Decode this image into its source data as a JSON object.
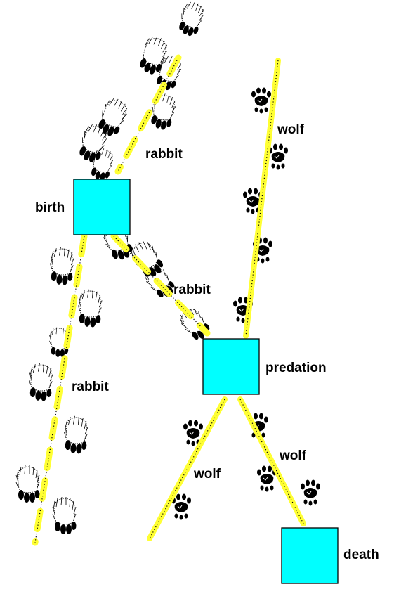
{
  "colors": {
    "node_fill": "#00ffff",
    "trail": "#ffff33",
    "print": "#000000"
  },
  "nodes": {
    "birth": {
      "label": "birth"
    },
    "predation": {
      "label": "predation"
    },
    "death": {
      "label": "death"
    }
  },
  "edges": {
    "rabbit_in": {
      "label": "rabbit",
      "kind": "rabbit",
      "style": "dashed"
    },
    "rabbit_to_predation": {
      "label": "rabbit",
      "kind": "rabbit",
      "style": "dashed"
    },
    "rabbit_out": {
      "label": "rabbit",
      "kind": "rabbit",
      "style": "dashed"
    },
    "wolf_in": {
      "label": "wolf",
      "kind": "wolf",
      "style": "solid"
    },
    "wolf_out_left": {
      "label": "wolf",
      "kind": "wolf",
      "style": "solid"
    },
    "wolf_to_death": {
      "label": "wolf",
      "kind": "wolf",
      "style": "solid"
    }
  },
  "icons": {
    "rabbit_track": "rabbit-track-icon",
    "wolf_track": "wolf-paw-icon"
  }
}
